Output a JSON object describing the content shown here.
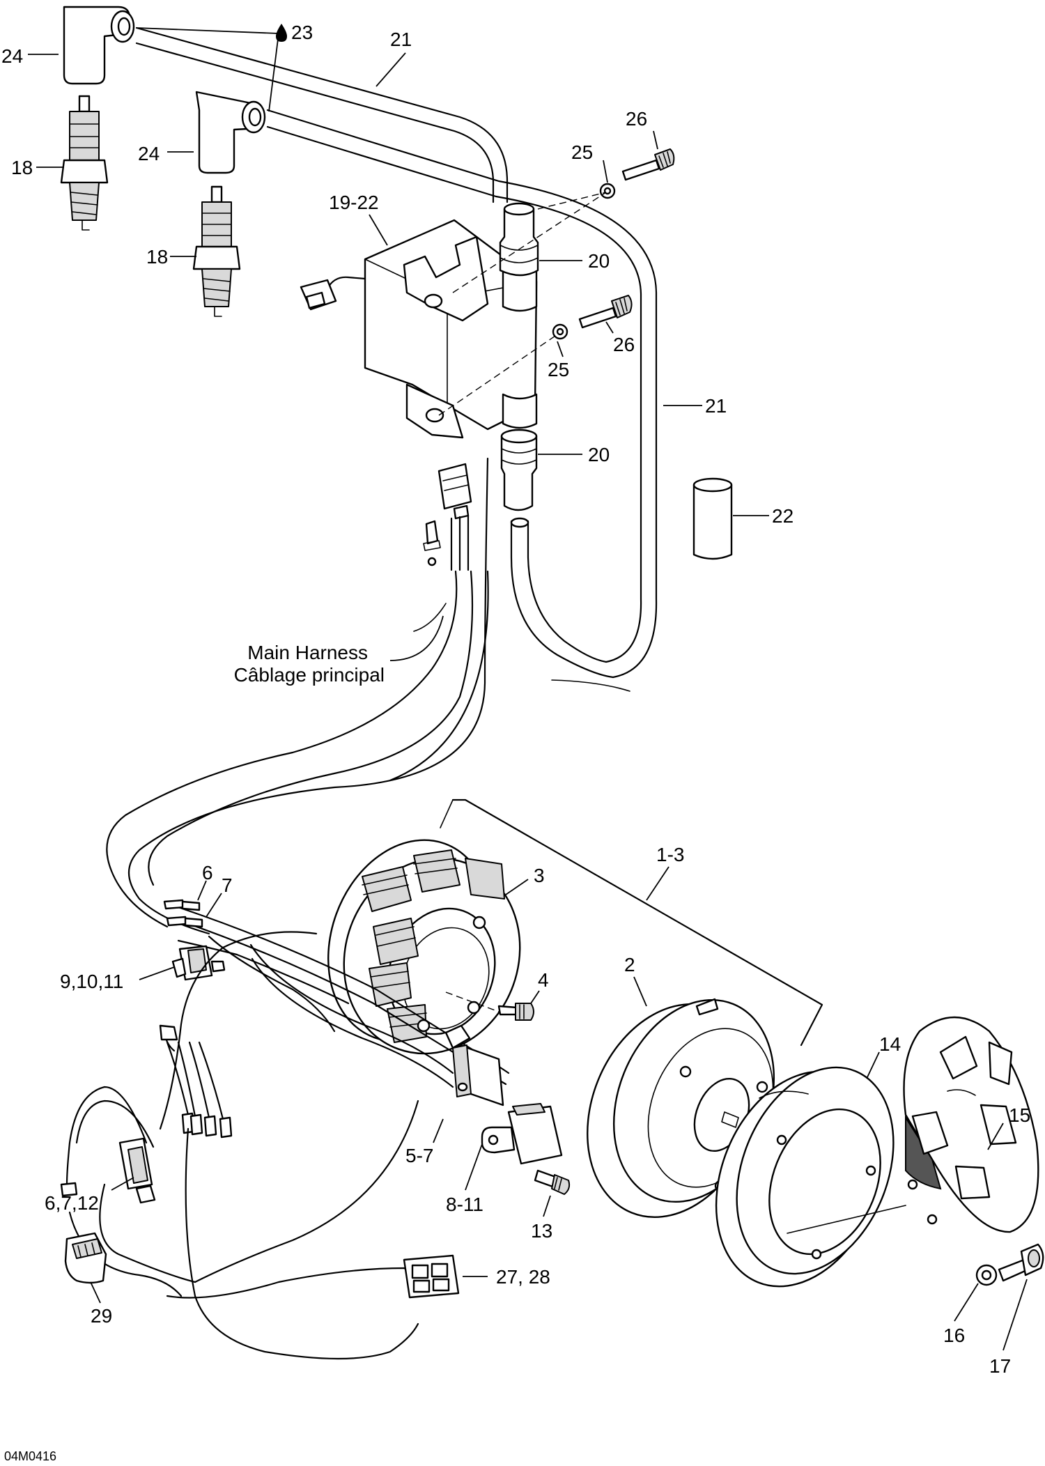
{
  "labels": {
    "p23": "23",
    "p21a": "21",
    "p24a": "24",
    "p24b": "24",
    "p26a": "26",
    "p25a": "25",
    "p18a": "18",
    "p19_22": "19-22",
    "p18b": "18",
    "p20a": "20",
    "p26b": "26",
    "p25b": "25",
    "p21b": "21",
    "p20b": "20",
    "p22": "22",
    "harness_en": "Main Harness",
    "harness_fr": "Câblage principal",
    "p1_3": "1-3",
    "p6a": "6",
    "p7a": "7",
    "p3": "3",
    "p9_11": "9,10,11",
    "p4": "4",
    "p2": "2",
    "p14": "14",
    "p15": "15",
    "p5_7": "5-7",
    "p8_11": "8-11",
    "p6_7_12": "6,7,12",
    "p13": "13",
    "p27_28": "27, 28",
    "p29": "29",
    "p16": "16",
    "p17": "17",
    "drawing_code": "04M0416"
  },
  "icons": {
    "drop": "liquid-drop-icon"
  }
}
